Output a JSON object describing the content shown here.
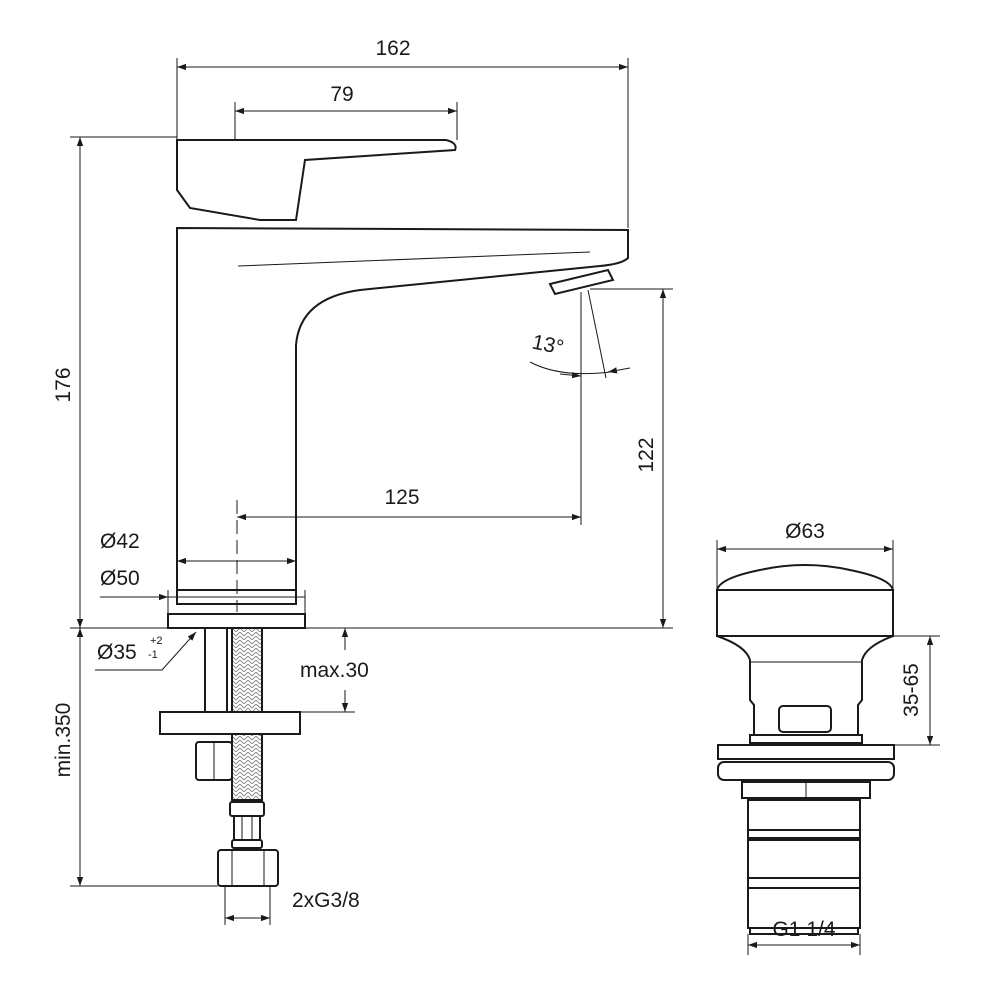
{
  "dimensions": {
    "overall_length": "162",
    "handle_length": "79",
    "overall_height": "176",
    "spout_height": "122",
    "spout_reach": "125",
    "spout_angle": "13°",
    "body_diameter": "Ø42",
    "base_diameter": "Ø50",
    "hole_diameter": "Ø35",
    "hole_tolerance_plus": "+2",
    "hole_tolerance_minus": "-1",
    "max_deck_thickness": "max.30",
    "min_hose_length": "min.350",
    "connection": "2xG3/8",
    "waste_cap_diameter": "Ø63",
    "waste_deck_range": "35-65",
    "waste_thread": "G1 1/4"
  },
  "colors": {
    "line": "#1a1a1a",
    "background": "#ffffff"
  }
}
